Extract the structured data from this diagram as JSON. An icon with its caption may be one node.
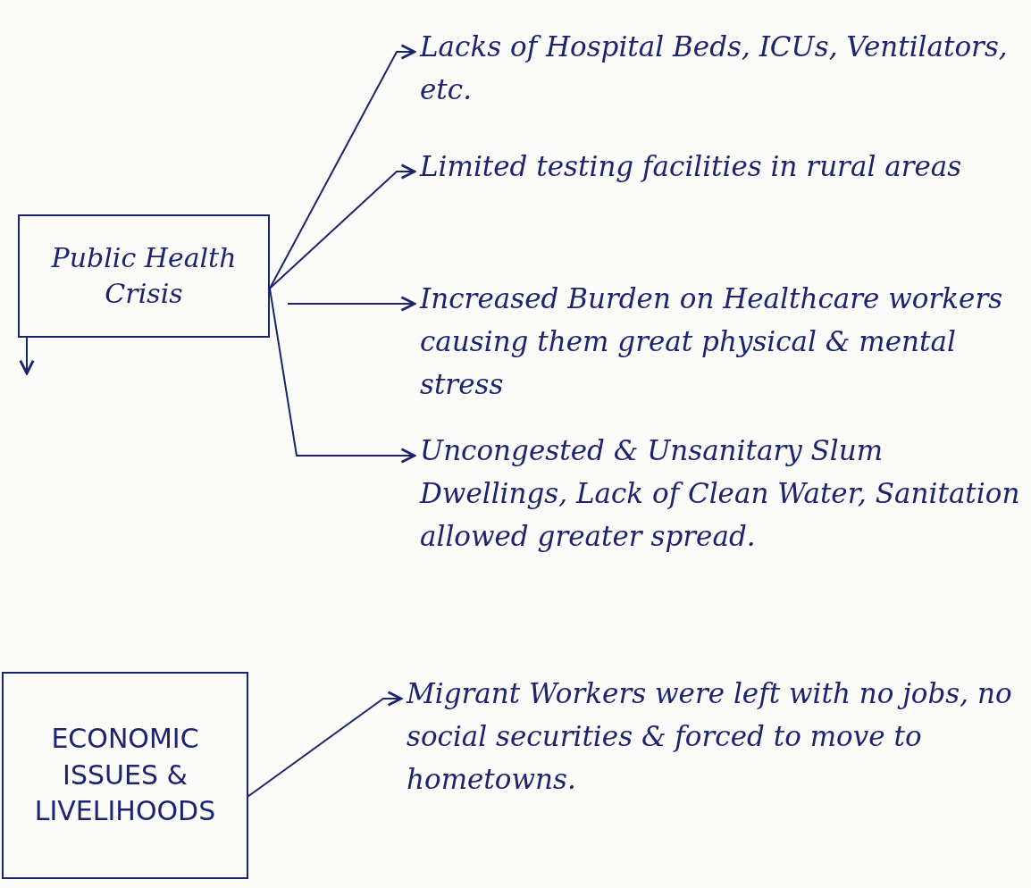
{
  "diagram": {
    "nodes": [
      {
        "text": [
          "Public Health Crisis"
        ]
      },
      {
        "text": [
          "Lacks of Hospital Beds, ICUs, Ventilators, etc."
        ]
      },
      {
        "text": [
          "Limited testing facilities in rural areas"
        ]
      },
      {
        "text": [
          "Increased Burden on Healthcare workers causing them great physical & mental stress"
        ]
      },
      {
        "text": [
          "Uncongested & Unsanitary Slum Dwellings, Lack of Clean Water, Sanitation allowed greater spread."
        ]
      },
      {
        "text": [
          "ECONOMIC ISSUES & LIVELIHOODS"
        ]
      },
      {
        "text": [
          "Migrant Workers were left with no jobs, no social securities & forced to move to hometowns."
        ]
      }
    ],
    "edges": [
      {
        "from": 0,
        "to": 1,
        "arrow": "to"
      },
      {
        "from": 0,
        "to": 2,
        "arrow": "to"
      },
      {
        "from": 0,
        "to": 3,
        "arrow": "to"
      },
      {
        "from": 0,
        "to": 4,
        "arrow": "to"
      },
      {
        "from": 0,
        "to": null,
        "arrow": "to"
      },
      {
        "from": 5,
        "to": 6,
        "arrow": "to"
      }
    ]
  }
}
